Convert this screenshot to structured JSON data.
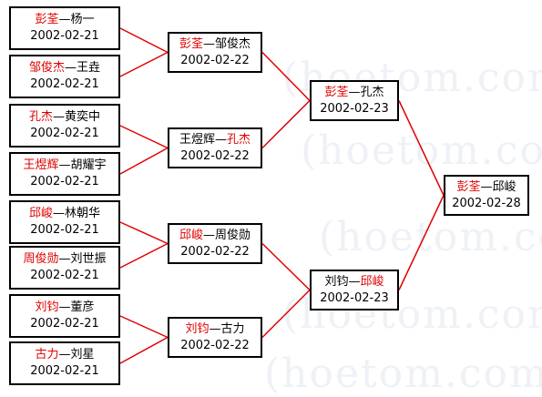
{
  "watermark": "(hoetom.com)",
  "matches": [
    {
      "id": "r1a",
      "p1": "彭荃",
      "p2": "杨一",
      "winner": 1,
      "date": "2002-02-21"
    },
    {
      "id": "r1b",
      "p1": "邹俊杰",
      "p2": "王垚",
      "winner": 1,
      "date": "2002-02-21"
    },
    {
      "id": "r1c",
      "p1": "孔杰",
      "p2": "黄奕中",
      "winner": 1,
      "date": "2002-02-21"
    },
    {
      "id": "r1d",
      "p1": "王煜辉",
      "p2": "胡耀宇",
      "winner": 1,
      "date": "2002-02-21"
    },
    {
      "id": "r1e",
      "p1": "邱峻",
      "p2": "林朝华",
      "winner": 1,
      "date": "2002-02-21"
    },
    {
      "id": "r1f",
      "p1": "周俊勋",
      "p2": "刘世振",
      "winner": 1,
      "date": "2002-02-21"
    },
    {
      "id": "r1g",
      "p1": "刘钧",
      "p2": "董彦",
      "winner": 1,
      "date": "2002-02-21"
    },
    {
      "id": "r1h",
      "p1": "古力",
      "p2": "刘星",
      "winner": 1,
      "date": "2002-02-21"
    },
    {
      "id": "r2a",
      "p1": "彭荃",
      "p2": "邹俊杰",
      "winner": 1,
      "date": "2002-02-22"
    },
    {
      "id": "r2b",
      "p1": "王煜辉",
      "p2": "孔杰",
      "winner": 2,
      "date": "2002-02-22"
    },
    {
      "id": "r2c",
      "p1": "邱峻",
      "p2": "周俊勋",
      "winner": 1,
      "date": "2002-02-22"
    },
    {
      "id": "r2d",
      "p1": "刘钧",
      "p2": "古力",
      "winner": 1,
      "date": "2002-02-22"
    },
    {
      "id": "r3a",
      "p1": "彭荃",
      "p2": "孔杰",
      "winner": 1,
      "date": "2002-02-23"
    },
    {
      "id": "r3b",
      "p1": "刘钧",
      "p2": "邱峻",
      "winner": 2,
      "date": "2002-02-23"
    },
    {
      "id": "final",
      "p1": "彭荃",
      "p2": "邱峻",
      "winner": 1,
      "date": "2002-02-28"
    }
  ],
  "colors": {
    "winner": "#e00000",
    "connector": "#e00000",
    "border": "#000000",
    "watermark": "#eef1f5"
  }
}
